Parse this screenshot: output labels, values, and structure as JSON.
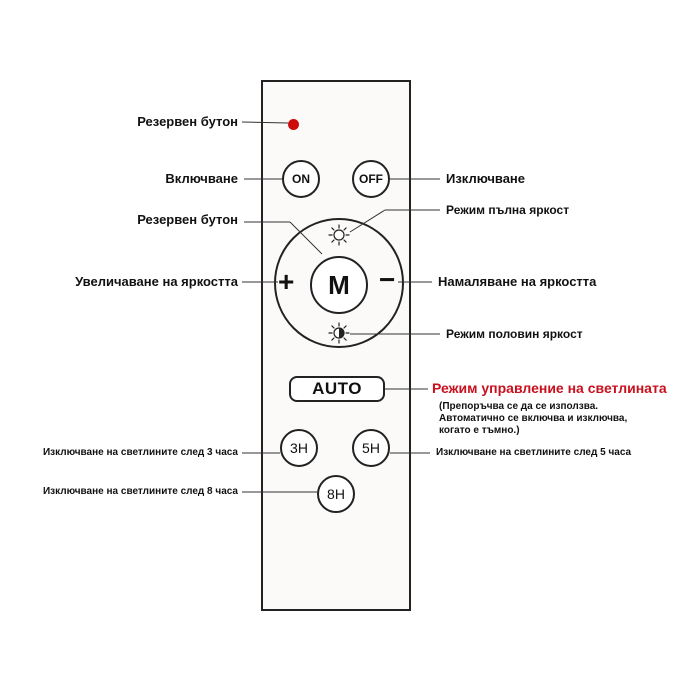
{
  "remote": {
    "buttons": {
      "on": "ON",
      "off": "OFF",
      "mode": "M",
      "plus": "+",
      "minus": "−",
      "auto": "AUTO",
      "timer_3h": "3H",
      "timer_5h": "5H",
      "timer_8h": "8H"
    },
    "icons": {
      "full_brightness": "sun-full-icon",
      "half_brightness": "sun-half-icon"
    },
    "led_color": "#cc0a0a"
  },
  "labels": {
    "reserve_button_1": "Резервен бутон",
    "power_on": "Включване",
    "reserve_button_2": "Резервен бутон",
    "increase_brightness": "Увеличаване на яркостта",
    "timer_3h": "Изключване на светлините след 3 часа",
    "timer_8h": "Изключване на светлините след 8 часа",
    "power_off": "Изключване",
    "full_brightness": "Режим пълна яркост",
    "decrease_brightness": "Намаляване на яркостта",
    "half_brightness": "Режим половин яркост",
    "light_control_mode": "Режим управление на светлината",
    "light_control_note": [
      "(Препоръчва се да се използва.",
      "Автоматично се включва и изключва,",
      "когато е тъмно.)"
    ],
    "timer_5h": "Изключване на светлините след 5 часа"
  },
  "colors": {
    "accent_red": "#c8101e",
    "outline": "#222222"
  }
}
